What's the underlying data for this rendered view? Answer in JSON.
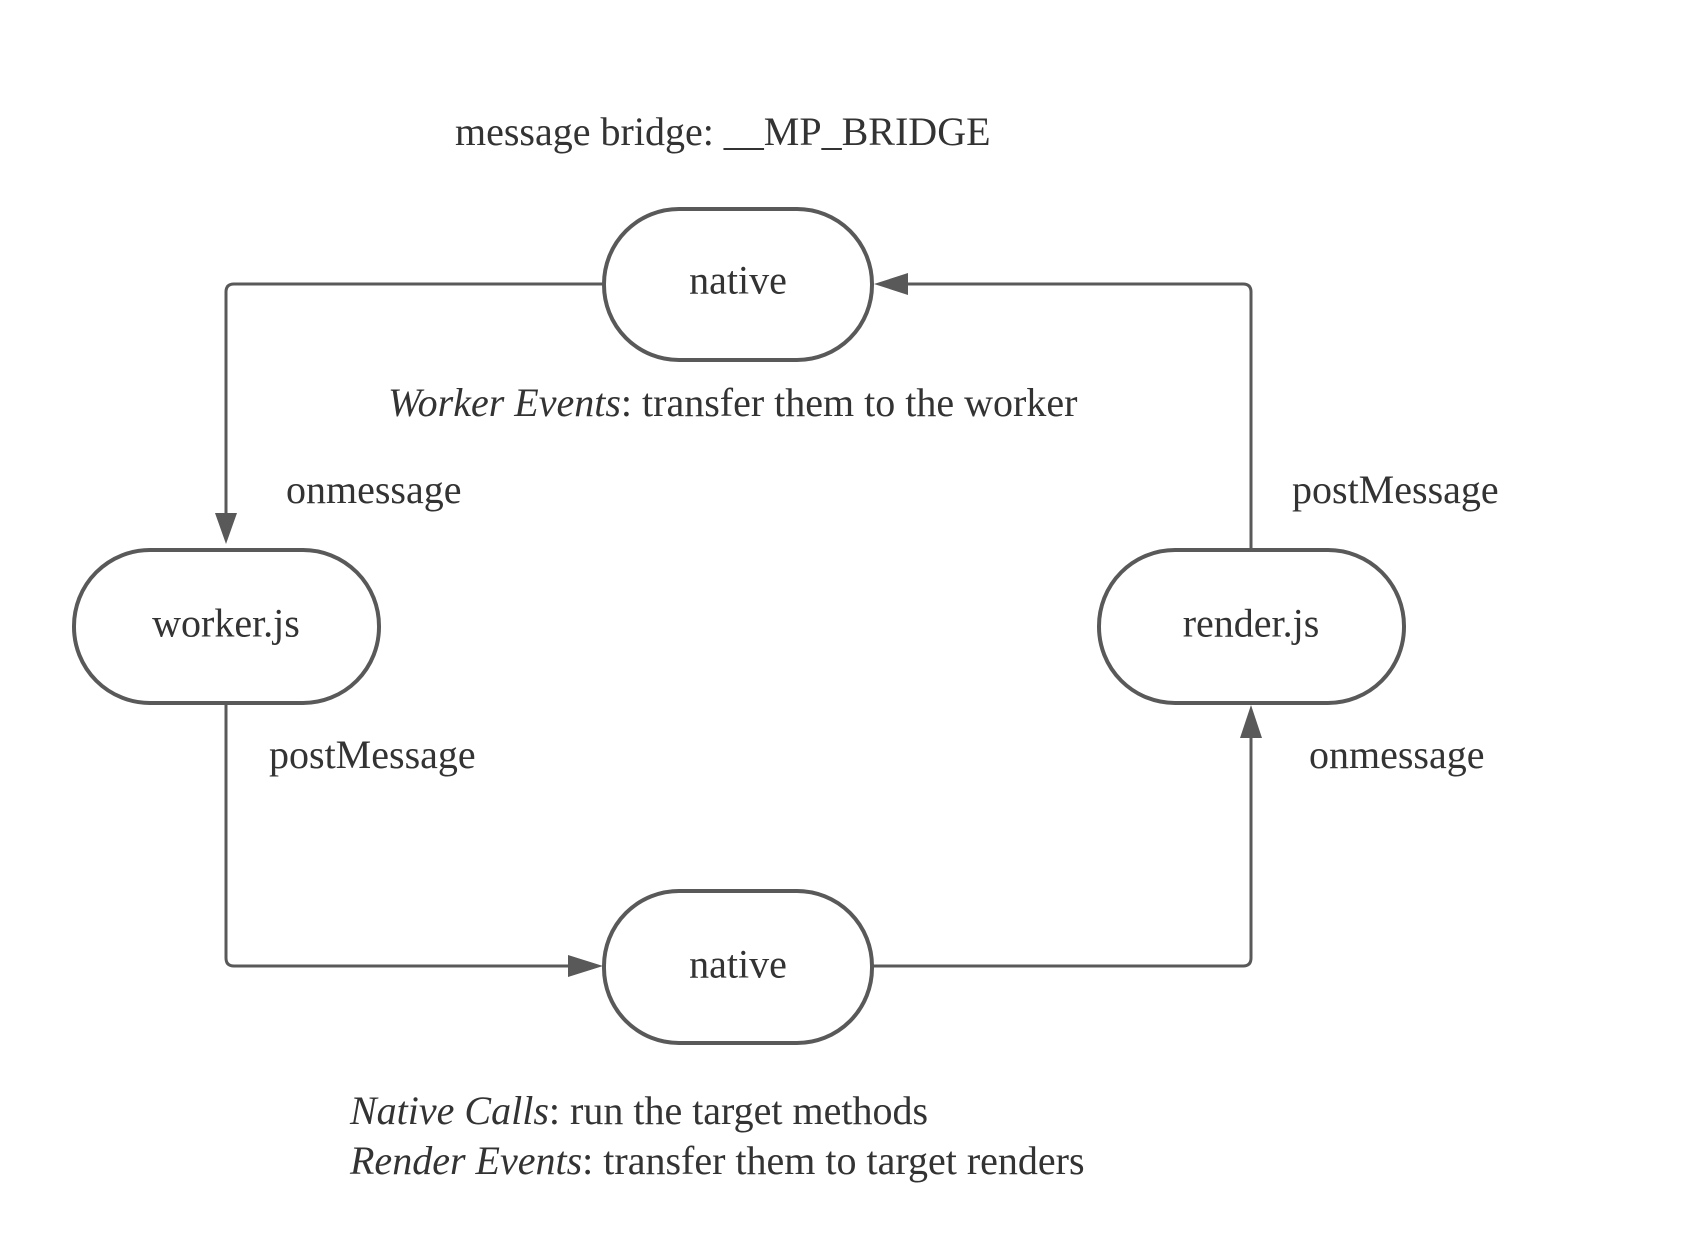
{
  "title": "message bridge: __MP_BRIDGE",
  "nodes": {
    "native_top": "native",
    "worker": "worker.js",
    "render": "render.js",
    "native_bottom": "native"
  },
  "edges": {
    "worker_onmessage": "onmessage",
    "worker_postmessage": "postMessage",
    "render_postmessage": "postMessage",
    "render_onmessage": "onmessage"
  },
  "notes": {
    "worker_events": {
      "term": "Worker Events",
      "text": ": transfer them to the worker"
    },
    "native_calls": {
      "term": "Native Calls",
      "text": ": run the target methods"
    },
    "render_events": {
      "term": "Render Events",
      "text": ": transfer them to target renders"
    }
  },
  "colors": {
    "stroke": "#595959",
    "text": "#333333",
    "background": "#ffffff"
  }
}
